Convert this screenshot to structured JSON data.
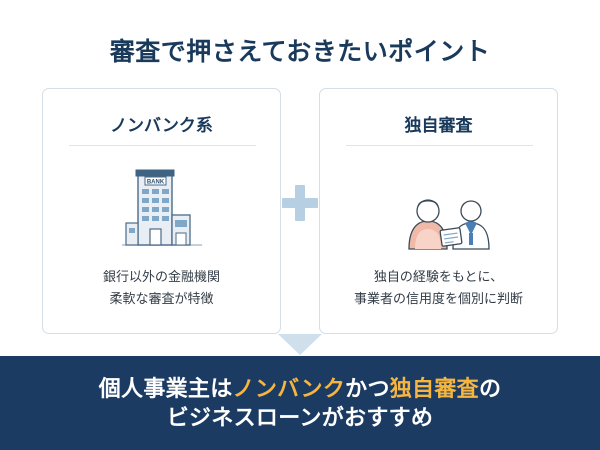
{
  "title": "審査で押さえておきたいポイント",
  "cards": [
    {
      "heading": "ノンバンク系",
      "icon": "bank-building-icon",
      "icon_label": "BANK",
      "desc_line1": "銀行以外の金融機関",
      "desc_line2": "柔軟な審査が特徴"
    },
    {
      "heading": "独自審査",
      "icon": "consultation-people-icon",
      "desc_line1": "独自の経験をもとに、",
      "desc_line2": "事業者の信用度を個別に判断"
    }
  ],
  "connector": {
    "plus": "plus-sign",
    "arrow": "down-arrow"
  },
  "footer": {
    "line1_part1": "個人事業主は",
    "line1_highlight1": "ノンバンク",
    "line1_part2": "かつ",
    "line1_highlight2": "独自審査",
    "line1_part3": "の",
    "line2": "ビジネスローンがおすすめ"
  },
  "colors": {
    "navy": "#1c3b63",
    "title_navy": "#1a3a5c",
    "accent_yellow": "#f5b53f",
    "plus_blue": "#b7cfe2",
    "card_border": "#d5dde5"
  }
}
